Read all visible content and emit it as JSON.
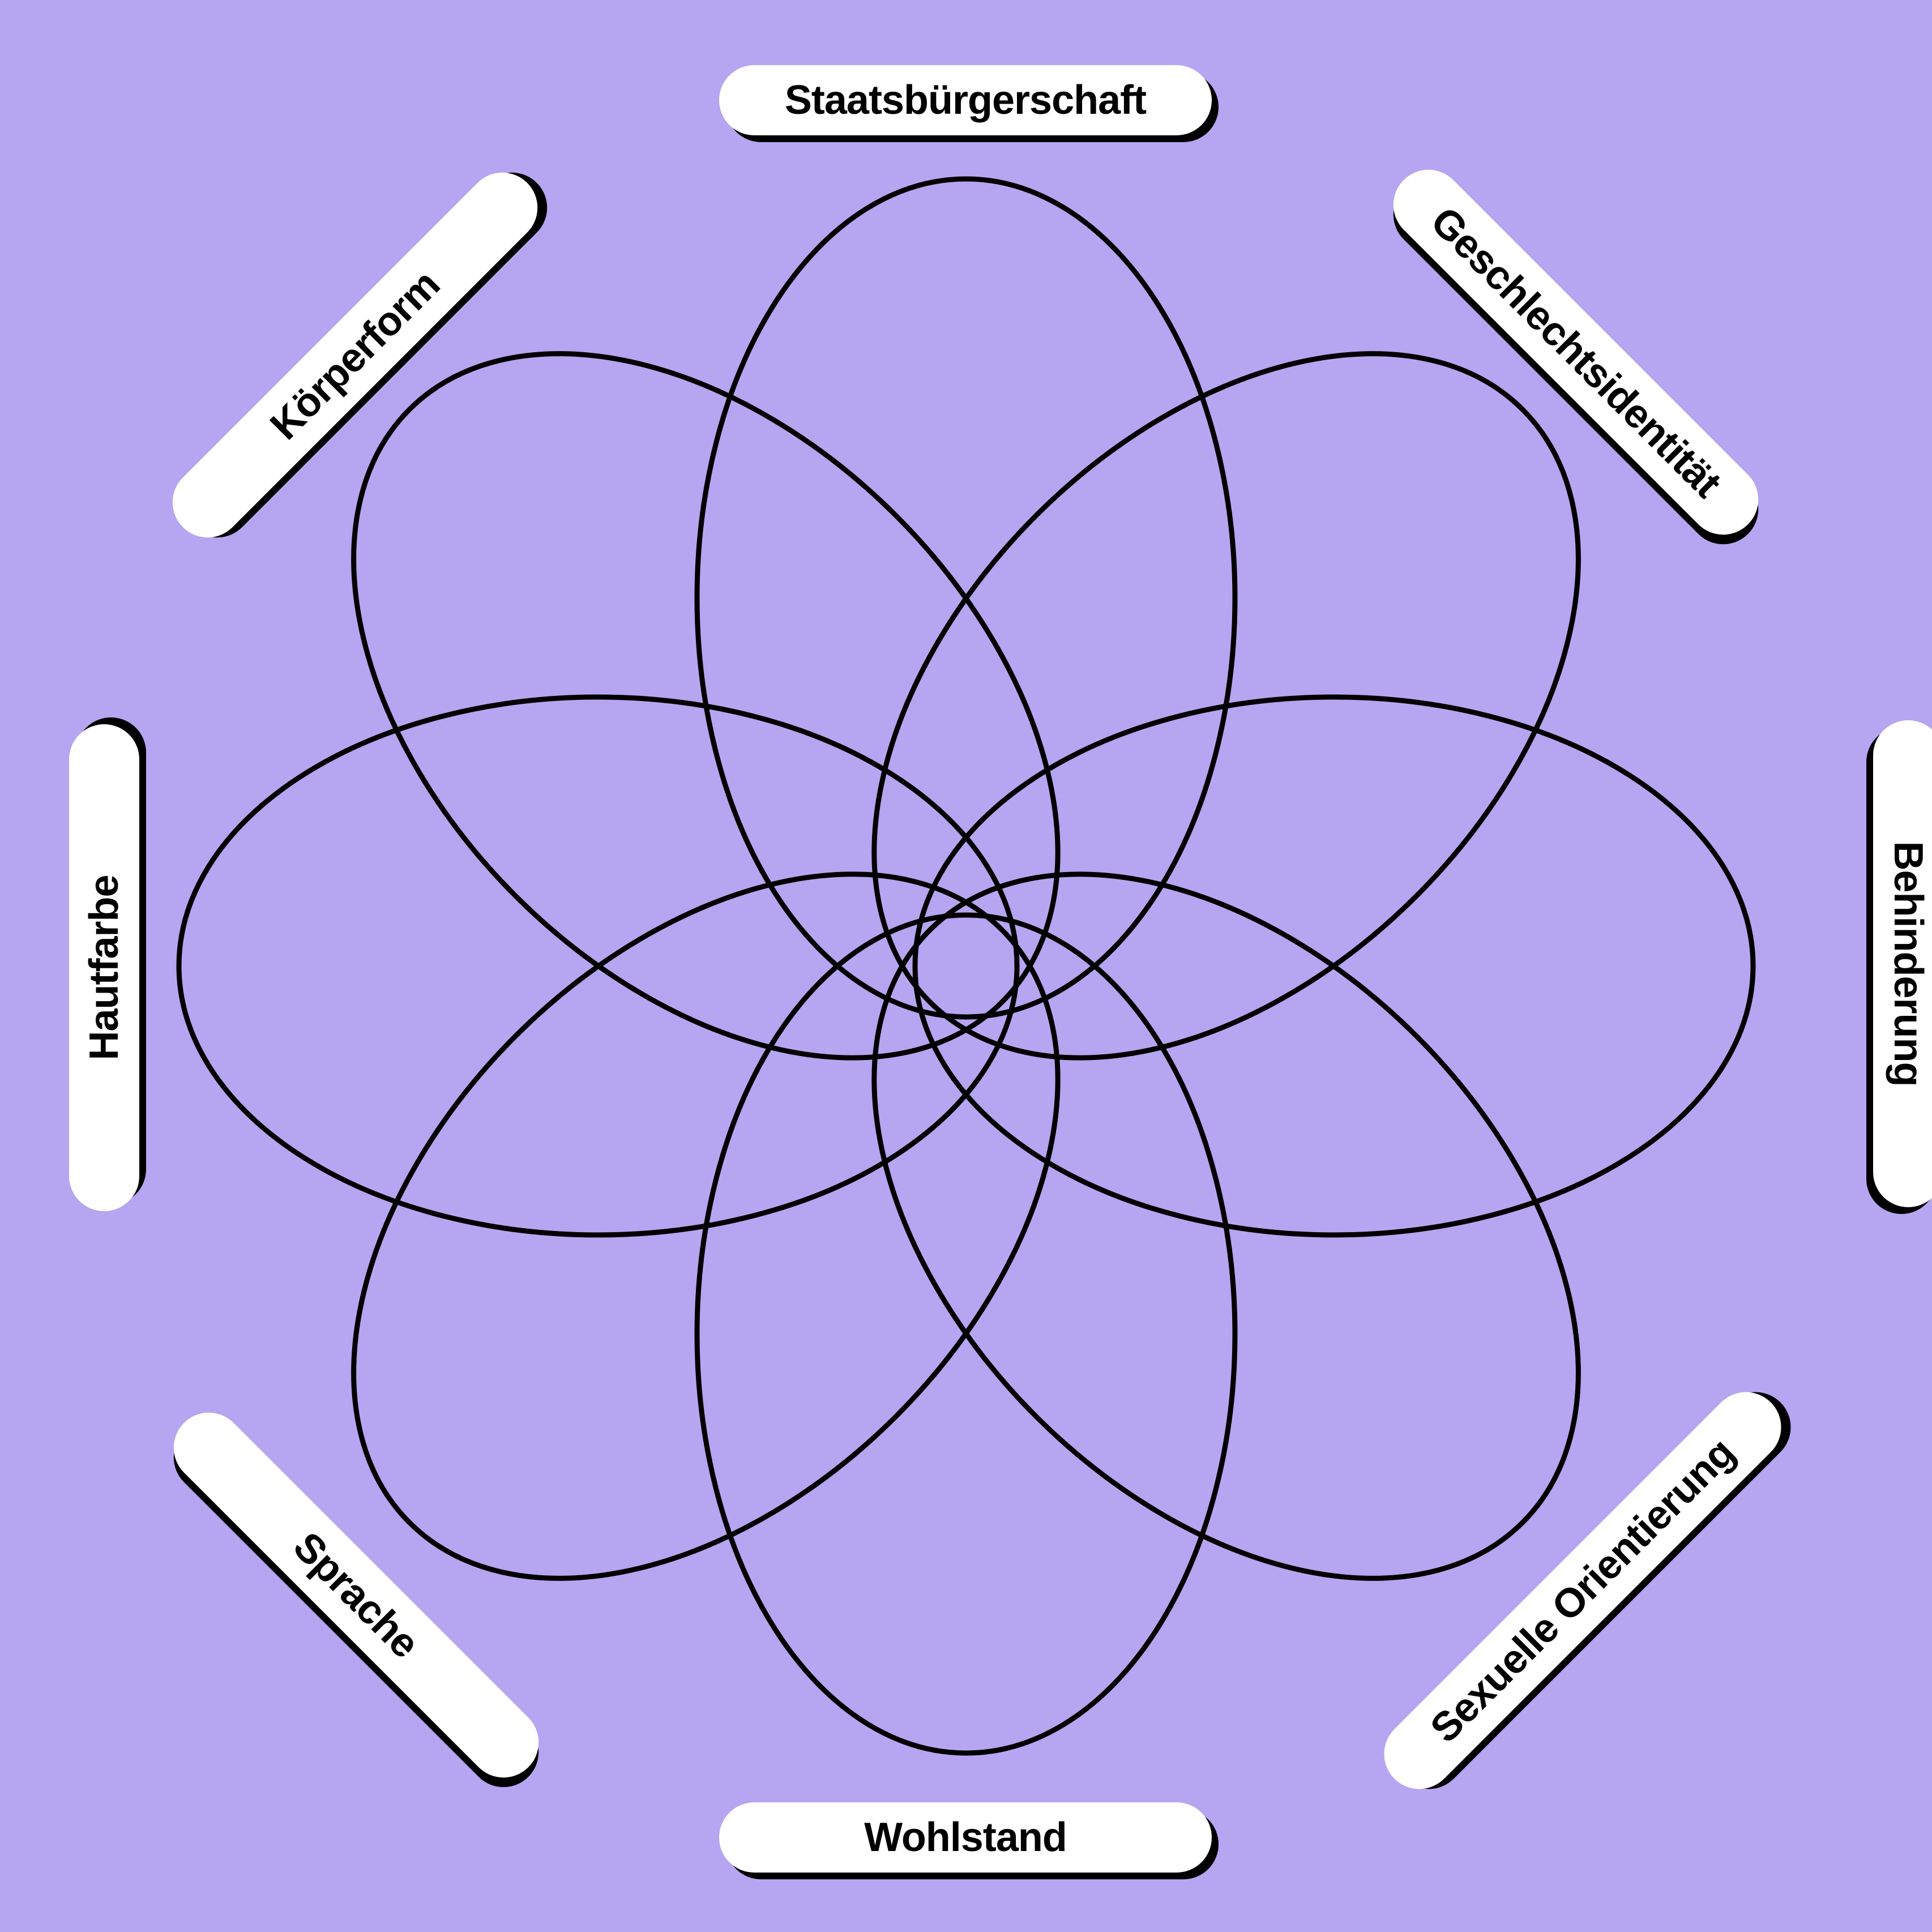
{
  "labels": {
    "top": "Staatsbürgerschaft",
    "top_right": "Geschlechtsidentität",
    "right": "Behinderung",
    "bottom_right": "Sexuelle Orientierung",
    "bottom": "Wohlstand",
    "bottom_left": "Sprache",
    "left": "Hautfarbe",
    "top_left": "Körperform"
  },
  "colors": {
    "background": "#b6a5f0",
    "pill": "#ffffff",
    "stroke": "#000000"
  },
  "petal_count": 8
}
